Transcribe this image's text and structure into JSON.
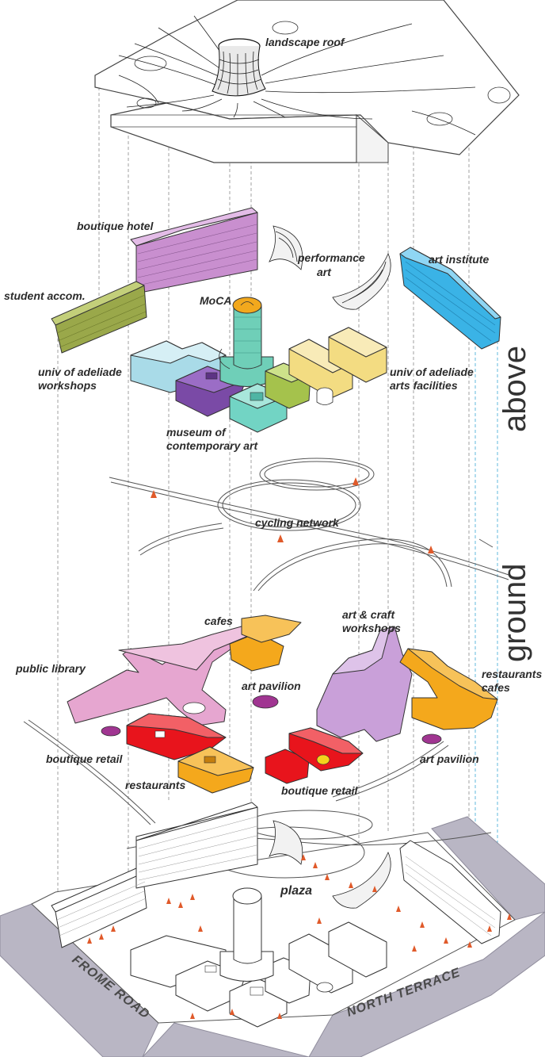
{
  "labels": {
    "landscape_roof": "landscape roof",
    "boutique_hotel": "boutique hotel",
    "performance_art_1": "performance",
    "performance_art_2": "art",
    "art_institute": "art institute",
    "student_accom": "student accom.",
    "moca": "MoCA",
    "univ_workshops_1": "univ of adeliade",
    "univ_workshops_2": "workshops",
    "univ_arts_1": "univ of adeliade",
    "univ_arts_2": "arts facilities",
    "museum_1": "museum of",
    "museum_2": "contemporary art",
    "cycling_network": "cycling network",
    "cafes": "cafes",
    "art_craft_1": "art & craft",
    "art_craft_2": "workshops",
    "public_library": "public library",
    "art_pavilion_1": "art pavilion",
    "restaurants_cafes_1": "restaurants",
    "restaurants_cafes_2": "cafes",
    "boutique_retail_1": "boutique retail",
    "restaurants": "restaurants",
    "boutique_retail_2": "boutique retail",
    "art_pavilion_2": "art pavilion",
    "plaza": "plaza",
    "frome_road": "FROME ROAD",
    "north_terrace": "NORTH TERRACE",
    "above": "above",
    "ground": "ground"
  },
  "colors": {
    "hotel": "#c98fcf",
    "student": "#9aa84a",
    "art_institute": "#3ab3e6",
    "workshops": "#a9dbe8",
    "museum": "#7a4aa6",
    "moca": "#6fcfb8",
    "moca_top": "#f2a81d",
    "museum_green": "#72d4c4",
    "lime": "#a5c24c",
    "univ_arts": "#f3dc82",
    "library": "#e6a6d0",
    "cafes": "#f4a81c",
    "art_craft": "#c9a0d9",
    "retail": "#e8141c",
    "restaurants": "#f4a81c",
    "pavilion": "#a03591",
    "road": "#b9b6c4"
  }
}
